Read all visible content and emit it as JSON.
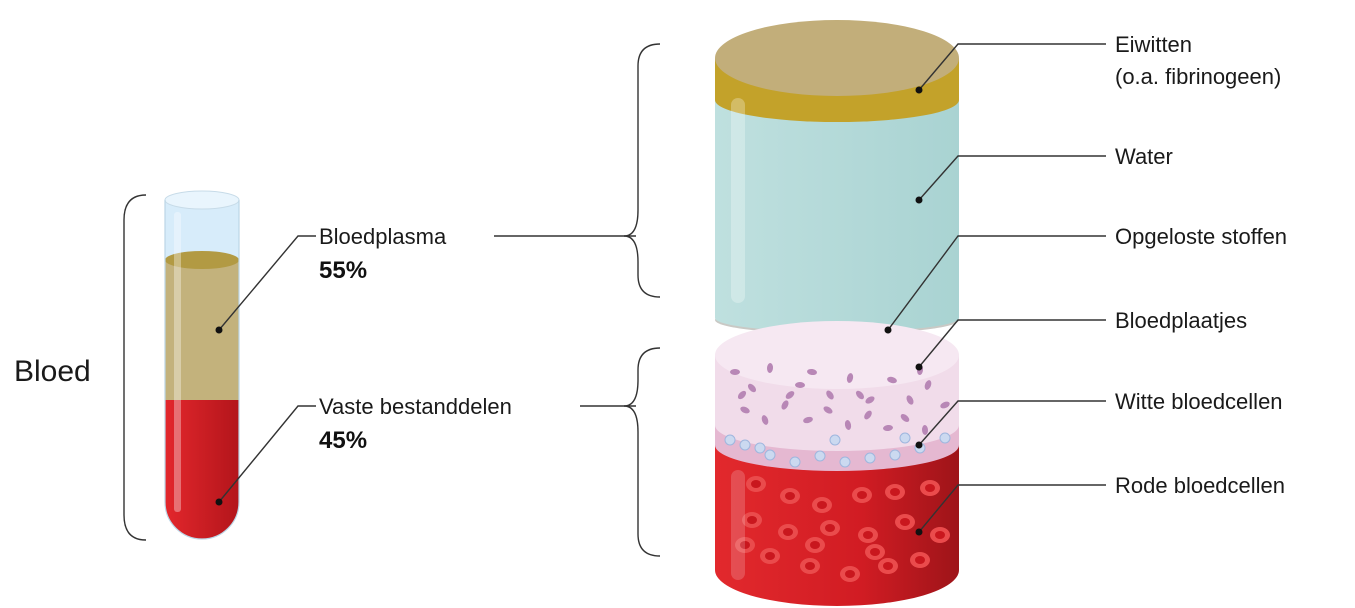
{
  "diagram": {
    "title_label": "Bloed",
    "tube": {
      "plasma_label": "Bloedplasma",
      "plasma_percent": "55%",
      "solids_label": "Vaste bestanddelen",
      "solids_percent": "45%"
    },
    "plasma_components": [
      {
        "label_lines": [
          "Eiwitten",
          "(o.a. fibrinogeen)"
        ]
      },
      {
        "label_lines": [
          "Water"
        ]
      },
      {
        "label_lines": [
          "Opgeloste stoffen"
        ]
      }
    ],
    "solid_components": [
      {
        "label_lines": [
          "Bloedplaatjes"
        ]
      },
      {
        "label_lines": [
          "Witte bloedcellen"
        ]
      },
      {
        "label_lines": [
          "Rode bloedcellen"
        ]
      }
    ],
    "colors": {
      "protein": "#c3a22a",
      "protein_top": "#c2ae7a",
      "water": "#b4d9d8",
      "dissolved": "#c8c8c4",
      "platelet_bg": "#f3e1ee",
      "platelet": "#b887b6",
      "white_cell_band": "#e5b8d1",
      "white_cell": "#cbd9f0",
      "red_cells": "#d51f26",
      "red_cell_spot": "#ea4b4c",
      "plasma_tube": "#c3b27c",
      "tube_glass": "#d7ecfa"
    }
  }
}
